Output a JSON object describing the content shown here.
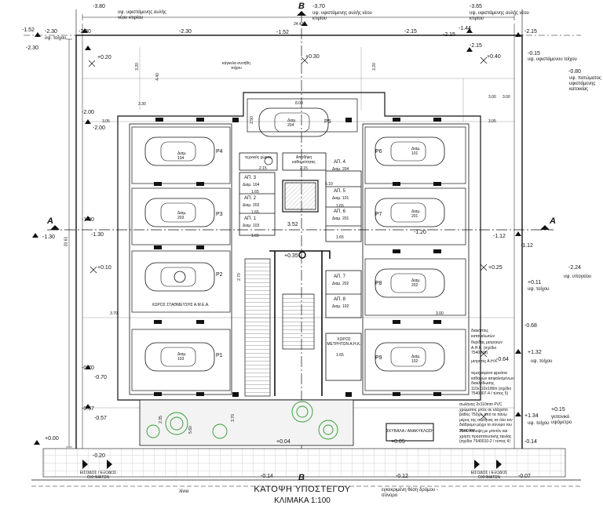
{
  "drawing": {
    "title": "ΚΑΤΟΨΗ ΥΠΟΣΤΕΓΟΥ",
    "scale": "ΚΛΙΜΑΚΑ 1:100",
    "section_marks": [
      "A",
      "A",
      "B",
      "B"
    ]
  },
  "levels": {
    "top_left_a": "-3.80",
    "top_left_a_text": "υψ. υφιστάμενης αυλής νέου κτιρίου",
    "top_center": "-3.70",
    "top_center_text": "υψ. υφιστάμενης αυλής νέου κτιρίου",
    "top_right": "-3.65",
    "top_right_text": "υψ. υφιστάμενης αυλής νέου κτιρίου",
    "row2_left": "-2.30",
    "row2_left_text": "υψ. τοίχου",
    "row2_b": "-2.30",
    "row2_c": "-2.30",
    "row2_d": "-2.15",
    "row2_e": "-1.44",
    "row2_f": "-2.15",
    "row2_right": "-2.15",
    "left_a": "-1.52",
    "left_b": "-2.30",
    "left_c": "+0.20",
    "center_top": "+0.30",
    "right_a": "-2.15",
    "right_b": "+0.40",
    "right_c": "-0.15",
    "right_c_text": "υψ. υφιστάμενου τοίχου",
    "right_d": "-0.80",
    "right_d_text": "υψ. πατώματος υφιστάμενης κατοικίας",
    "left_d": "-2.00",
    "left_e": "-2.00",
    "left_f": "-1.30",
    "left_g": "-1.30",
    "left_h": "-1.30",
    "right_e": "-1.20",
    "right_f": "-1.12",
    "right_g": "-1.12",
    "left_i": "+0.10",
    "right_h": "+0.25",
    "right_i": "-2.24",
    "right_i_text": "υψ. υπογείου",
    "right_j": "+0.11",
    "right_j_text": "υψ. τοίχου",
    "right_k": "-0.68",
    "right_l": "+1.32",
    "right_l_text": "υψ. τοίχου",
    "right_m": "-0.64",
    "left_j": "-0.70",
    "left_k": "-0.70",
    "left_l": "-0.57",
    "left_m": "-0.57",
    "right_n": "+1.34",
    "right_n_text": "υψ. τοίχου",
    "right_o": "+0.15",
    "right_o_text": "γειτονικό υψόμετρο",
    "left_n": "+0.00",
    "left_o": "-0.20",
    "bottom_a": "-0.14",
    "bottom_b": "-0.12",
    "bottom_c": "-0.07",
    "bottom_d": "-0.14",
    "center_a": "+0.04",
    "center_b": "+0.05",
    "center_c": "+0.35",
    "center_d": "-1.52"
  },
  "dimensions": {
    "top_span": "24.42",
    "left_span": "20.61",
    "d_305": "3.05",
    "d_305b": "3.05",
    "d_300": "3.00",
    "d_300b": "3.00",
    "d_370": "3.70",
    "d_440": "4.40",
    "d_320": "3.20",
    "d_320b": "3.20",
    "d_800": "8.00",
    "d_250": "2.50",
    "d_215": "2.15",
    "d_165a": "1.65",
    "d_165b": "1.65",
    "d_165c": "1.65",
    "d_165d": "1.65",
    "d_165e": "1.65",
    "d_165f": "1.65",
    "d_352": "3.52",
    "d_270": "2.70",
    "d_235": "2.35",
    "d_370b": "3.70",
    "d_330": "3.30",
    "d_510": "5.10",
    "d_215b": "2.15",
    "d_560": "5.60",
    "d_300c": "3.00"
  },
  "rooms": {
    "room_tech": "τεχνικός χώρος",
    "room_cleaning": "Αποθήκη καθαριότητας",
    "room_reception": "κάγκελα συνήθη τοίχου"
  },
  "parking": [
    {
      "label": "P1",
      "apt": "Διαμ. 103"
    },
    {
      "label": "P2",
      "apt": ""
    },
    {
      "label": "P3",
      "apt": "Διαμ. 203"
    },
    {
      "label": "P4",
      "apt": "Διαμ. 104"
    },
    {
      "label": "P5",
      "apt": "Διαμ. 204"
    },
    {
      "label": "P6",
      "apt": "Διαμ. 101"
    },
    {
      "label": "P7",
      "apt": "Διαμ. 201"
    },
    {
      "label": "P8",
      "apt": "Διαμ. 202"
    },
    {
      "label": "P9",
      "apt": "Διαμ. 102"
    }
  ],
  "parking_zone_label": "ΧΩΡΟΣ ΣΤΑΘΜΕΥΣΗΣ Α.Μ.Ε.Α.",
  "storages": [
    {
      "label": "ΑΠ. 1",
      "apt": "Διαμ. 103"
    },
    {
      "label": "ΑΠ. 2",
      "apt": "Διαμ. 203"
    },
    {
      "label": "ΑΠ. 3",
      "apt": "Διαμ. 104"
    },
    {
      "label": "ΑΠ. 4",
      "apt": "Διαμ. 204"
    },
    {
      "label": "ΑΠ. 5",
      "apt": "Διαμ. 101"
    },
    {
      "label": "ΑΠ. 6",
      "apt": "Διαμ. 201"
    },
    {
      "label": "ΑΠ. 7",
      "apt": "Διαμ. 202"
    },
    {
      "label": "ΑΠ. 8",
      "apt": "Διαμ. 102"
    }
  ],
  "labels": {
    "trash": "ΣΚΥΒΑΛΑ / ΑΝΑΚΥΚΛΩΣΗ",
    "entrance_left": "ΕΙΣΟΔΟΣ / ΕΞΟΔΟΣ ΟΧΗΜΑΤΩΝ",
    "entrance_right": "ΕΙΣΟΔΟΣ / ΕΞΟΔΟΣ ΟΧΗΜΑΤΩΝ",
    "line_a": "λίνια",
    "line_b": "εγκεκριμένη θέση δρόμου - σύνορο",
    "meter_room": "ΧΩΡΟΣ ΜΕΤΡΗΤΩΝ Α.Η.Κ."
  },
  "notes": {
    "n1": "διακόπτες καταναλωτών",
    "n2": "θυρίδας μετρητών Α.Η.Κ. (σχέδιο 754001b)",
    "n3": "μετρητές Α.Η.Κ.",
    "n4": "τεμαχισμένα φρεάτια καθαρών ασφαλισμένων διακλάδωσης 110x110x100m (σχέδιο 7540007-4 / τύπος 5)",
    "n5": "σωλήνας 2x110mm PVC χρώματος μπλε σε ελάχιστο βάθος 750χλ. από τα πάνω μέρος της σωλήνας σε όλο τον διάδρομο μέχρι το σύνορο του τεμαχίου",
    "n6": "20εκ. κάλυψη με μπετόν και χρήση προστατευτικής ταινίας (σχέδιο 7540010-2 / τύπος 4)"
  }
}
